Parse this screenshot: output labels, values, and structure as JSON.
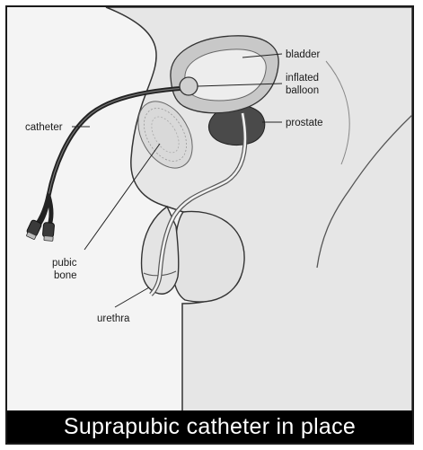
{
  "diagram": {
    "labels": {
      "bladder": "bladder",
      "inflated_balloon_line1": "inflated",
      "inflated_balloon_line2": "balloon",
      "prostate": "prostate",
      "catheter": "catheter",
      "pubic_bone_line1": "pubic",
      "pubic_bone_line2": "bone",
      "urethra": "urethra"
    },
    "caption": "Suprapubic catheter in place",
    "colors": {
      "body_fill": "#e6e6e6",
      "bladder_wall": "#8c8c8c",
      "prostate": "#4a4a4a",
      "catheter": "#222222",
      "caption_bg": "#000000",
      "caption_text": "#ffffff"
    }
  }
}
